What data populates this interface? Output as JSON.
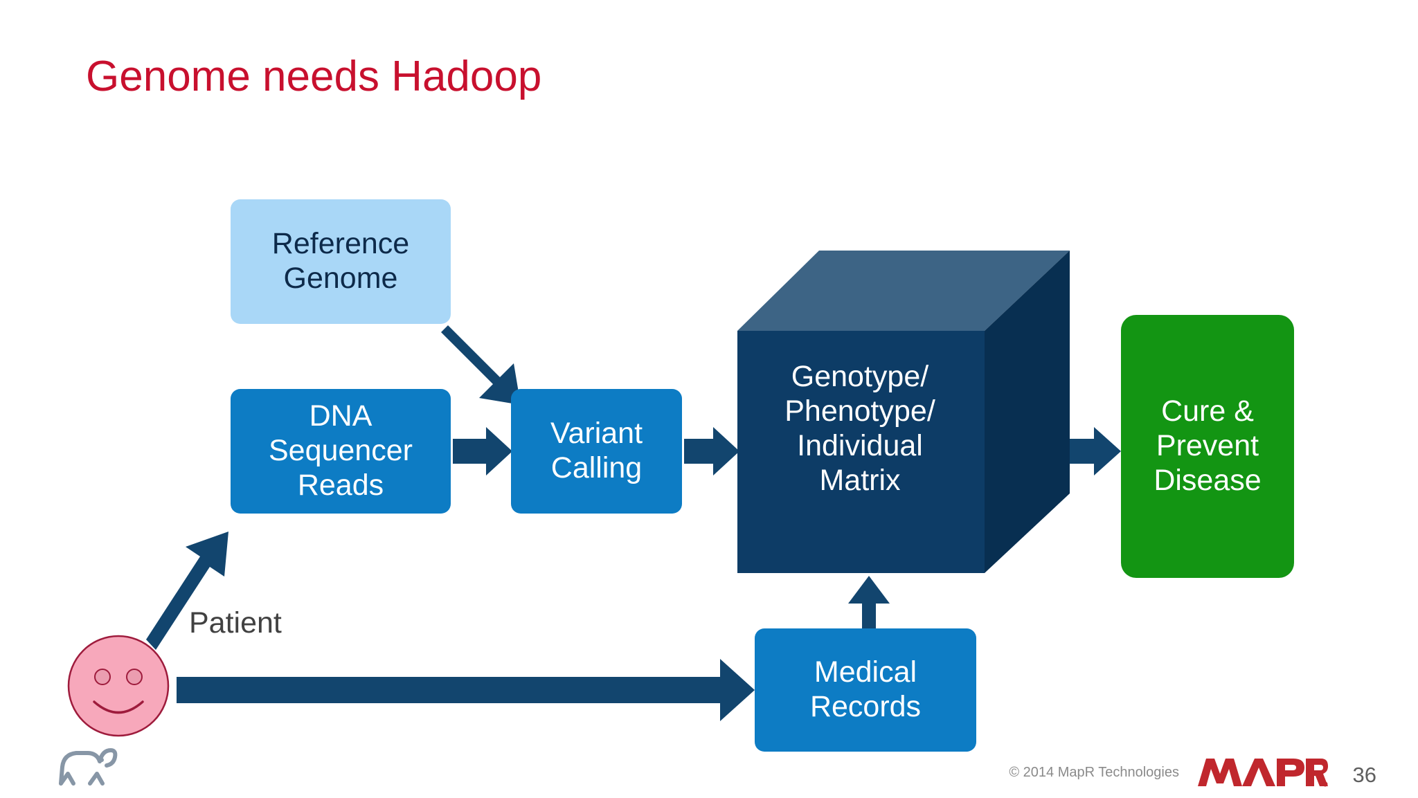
{
  "slide": {
    "title": "Genome needs Hadoop",
    "number": "36",
    "accent_color": "#c8102e"
  },
  "diagram": {
    "type": "flow-diagram",
    "nodes": [
      {
        "id": "reference-genome",
        "label": "Reference\nGenome",
        "shape": "rounded-rect",
        "fill": "#a9d7f7",
        "text_color": "#0d2a4a"
      },
      {
        "id": "dna-sequencer-reads",
        "label": "DNA\nSequencer\nReads",
        "shape": "rounded-rect",
        "fill": "#0d7cc4",
        "text_color": "#ffffff"
      },
      {
        "id": "variant-calling",
        "label": "Variant\nCalling",
        "shape": "rounded-rect",
        "fill": "#0d7cc4",
        "text_color": "#ffffff"
      },
      {
        "id": "genotype-matrix",
        "label": "Genotype/\nPhenotype/\nIndividual\nMatrix",
        "shape": "cube",
        "fill": "#0d3c66",
        "text_color": "#ffffff"
      },
      {
        "id": "cure-prevent-disease",
        "label": "Cure &\nPrevent\nDisease",
        "shape": "rounded-rect",
        "fill": "#139513",
        "text_color": "#ffffff"
      },
      {
        "id": "medical-records",
        "label": "Medical\nRecords",
        "shape": "rounded-rect",
        "fill": "#0d7cc4",
        "text_color": "#ffffff"
      },
      {
        "id": "patient",
        "label": "Patient",
        "shape": "smiley-face",
        "fill": "#f7a8bb",
        "text_color": "#414141"
      }
    ],
    "edges": [
      {
        "from": "reference-genome",
        "to": "variant-calling",
        "style": "diagonal-arrow"
      },
      {
        "from": "dna-sequencer-reads",
        "to": "variant-calling",
        "style": "horizontal-arrow"
      },
      {
        "from": "variant-calling",
        "to": "genotype-matrix",
        "style": "horizontal-arrow"
      },
      {
        "from": "genotype-matrix",
        "to": "cure-prevent-disease",
        "style": "horizontal-arrow"
      },
      {
        "from": "patient",
        "to": "dna-sequencer-reads",
        "style": "diagonal-arrow"
      },
      {
        "from": "patient",
        "to": "medical-records",
        "style": "horizontal-arrow"
      },
      {
        "from": "medical-records",
        "to": "genotype-matrix",
        "style": "vertical-arrow"
      }
    ],
    "arrow_color": "#12456e"
  },
  "footer": {
    "copyright": "© 2014 MapR Technologies",
    "brand": "MAPR",
    "brand_color": "#c0272d",
    "page_number": "36",
    "hadoop_logo": "hadoop-elephant-icon"
  }
}
